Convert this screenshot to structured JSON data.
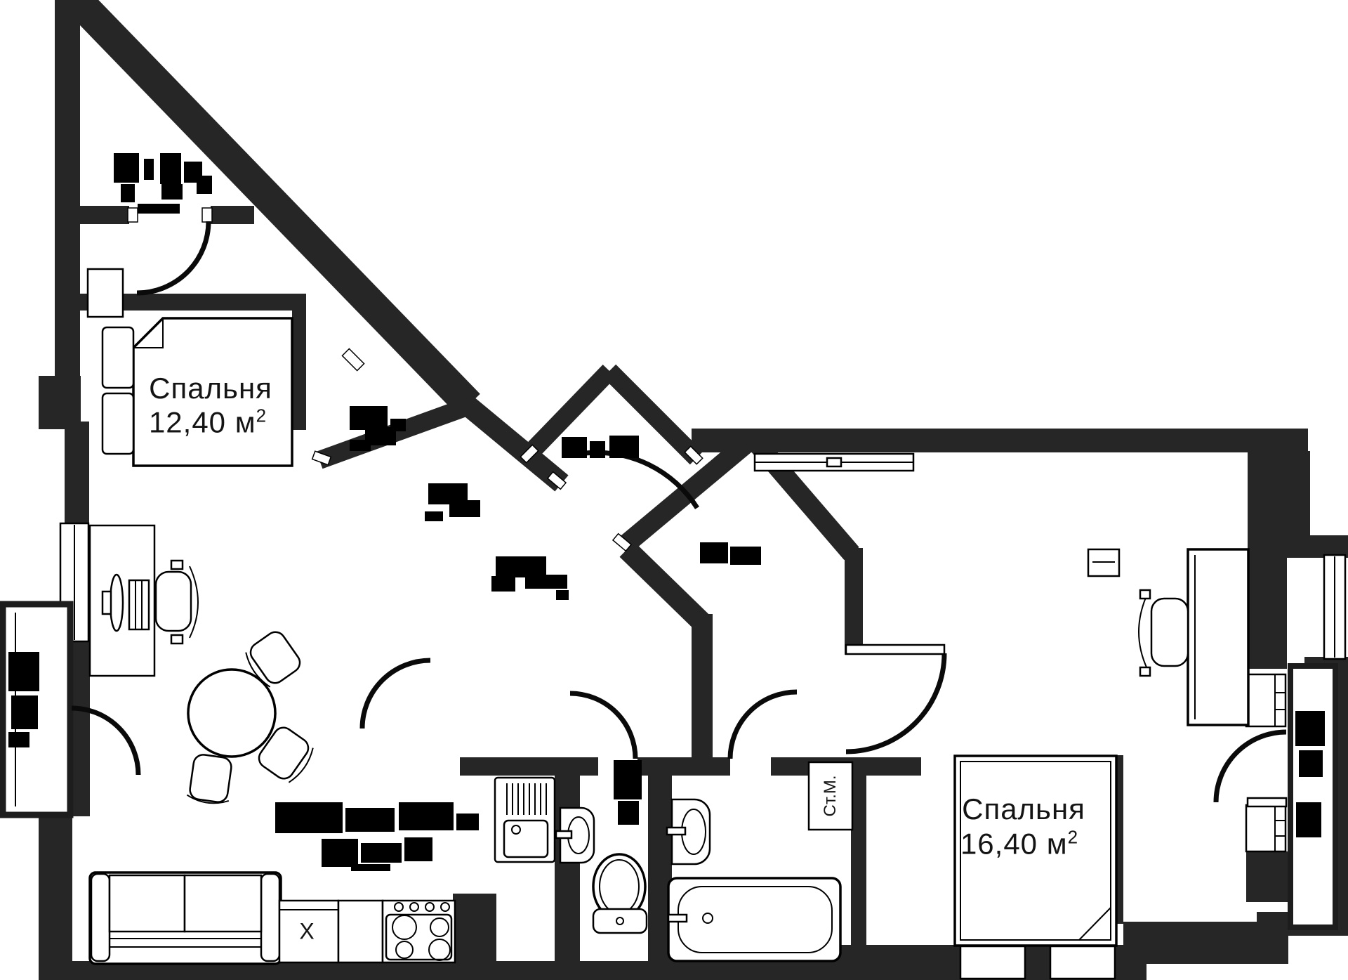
{
  "page": {
    "background": "#ffffff"
  },
  "colors": {
    "wall": "#262626",
    "outline": "#000000",
    "background": "#ffffff",
    "text": "#141414"
  },
  "rooms": {
    "bedroom_left": {
      "label": "Спальня",
      "area_value": "12,40 м",
      "area_sup": "2"
    },
    "bedroom_right": {
      "label": "Спальня",
      "area_value": "16,40 м",
      "area_sup": "2"
    }
  },
  "appliances": {
    "washing_machine_label": "Ст.М.",
    "dishwasher_mark": "X"
  }
}
